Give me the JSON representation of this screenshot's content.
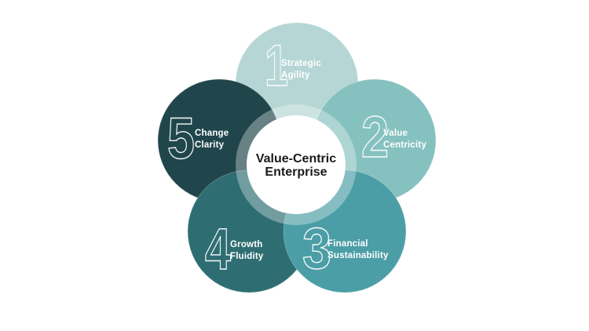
{
  "page": {
    "background_color": "#ffffff"
  },
  "diagram": {
    "name": "value-centric-enterprise-cycle",
    "center": {
      "title_line1": "Value-Centric",
      "title_line2": "Enterprise",
      "text_color": "#1a1a1a",
      "circle_color": "#ffffff"
    },
    "halo_color": "rgba(255,255,255,0.32)",
    "label_text_color": "#ffffff",
    "number_outline_color": "#ffffff",
    "petals": [
      {
        "number": "1",
        "label_line1": "Strategic",
        "label_line2": "Agility",
        "color": "#b5d6d5"
      },
      {
        "number": "2",
        "label_line1": "Value",
        "label_line2": "Centricity",
        "color": "#85c1bf"
      },
      {
        "number": "3",
        "label_line1": "Financial",
        "label_line2": "Sustainability",
        "color": "#4c9ea6"
      },
      {
        "number": "4",
        "label_line1": "Growth",
        "label_line2": "Fluidity",
        "color": "#2e6e73"
      },
      {
        "number": "5",
        "label_line1": "Change",
        "label_line2": "Clarity",
        "color": "#20464c"
      }
    ]
  }
}
